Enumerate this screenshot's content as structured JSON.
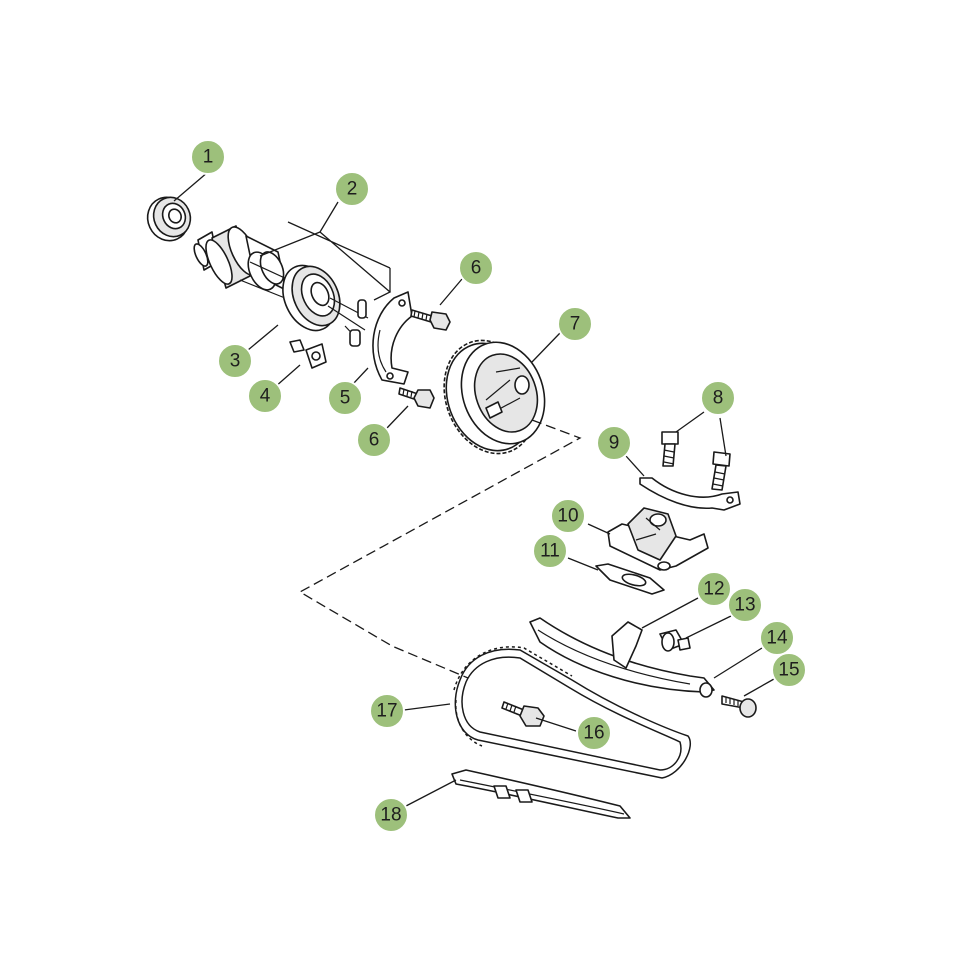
{
  "diagram": {
    "badge_color": "#9dc07b",
    "callouts": [
      {
        "id": "c1",
        "label": "1"
      },
      {
        "id": "c2",
        "label": "2"
      },
      {
        "id": "c3",
        "label": "3"
      },
      {
        "id": "c4",
        "label": "4"
      },
      {
        "id": "c5",
        "label": "5"
      },
      {
        "id": "c6a",
        "label": "6"
      },
      {
        "id": "c6b",
        "label": "6"
      },
      {
        "id": "c7",
        "label": "7"
      },
      {
        "id": "c8",
        "label": "8"
      },
      {
        "id": "c9",
        "label": "9"
      },
      {
        "id": "c10",
        "label": "10"
      },
      {
        "id": "c11",
        "label": "11"
      },
      {
        "id": "c12",
        "label": "12"
      },
      {
        "id": "c13",
        "label": "13"
      },
      {
        "id": "c14",
        "label": "14"
      },
      {
        "id": "c15",
        "label": "15"
      },
      {
        "id": "c16",
        "label": "16"
      },
      {
        "id": "c17",
        "label": "17"
      },
      {
        "id": "c18",
        "label": "18"
      }
    ]
  }
}
